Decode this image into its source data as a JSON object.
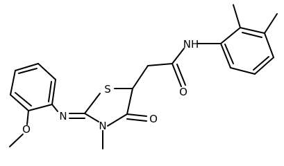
{
  "molecule": {
    "atoms": {
      "nh": "NH",
      "amide_o": "O",
      "s": "S",
      "n_imine": "N",
      "n_ring": "N",
      "keto_o": "O",
      "methoxy_o": "O"
    }
  },
  "colors": {
    "bond": "#000000",
    "label": "#000000",
    "background": "#ffffff"
  }
}
